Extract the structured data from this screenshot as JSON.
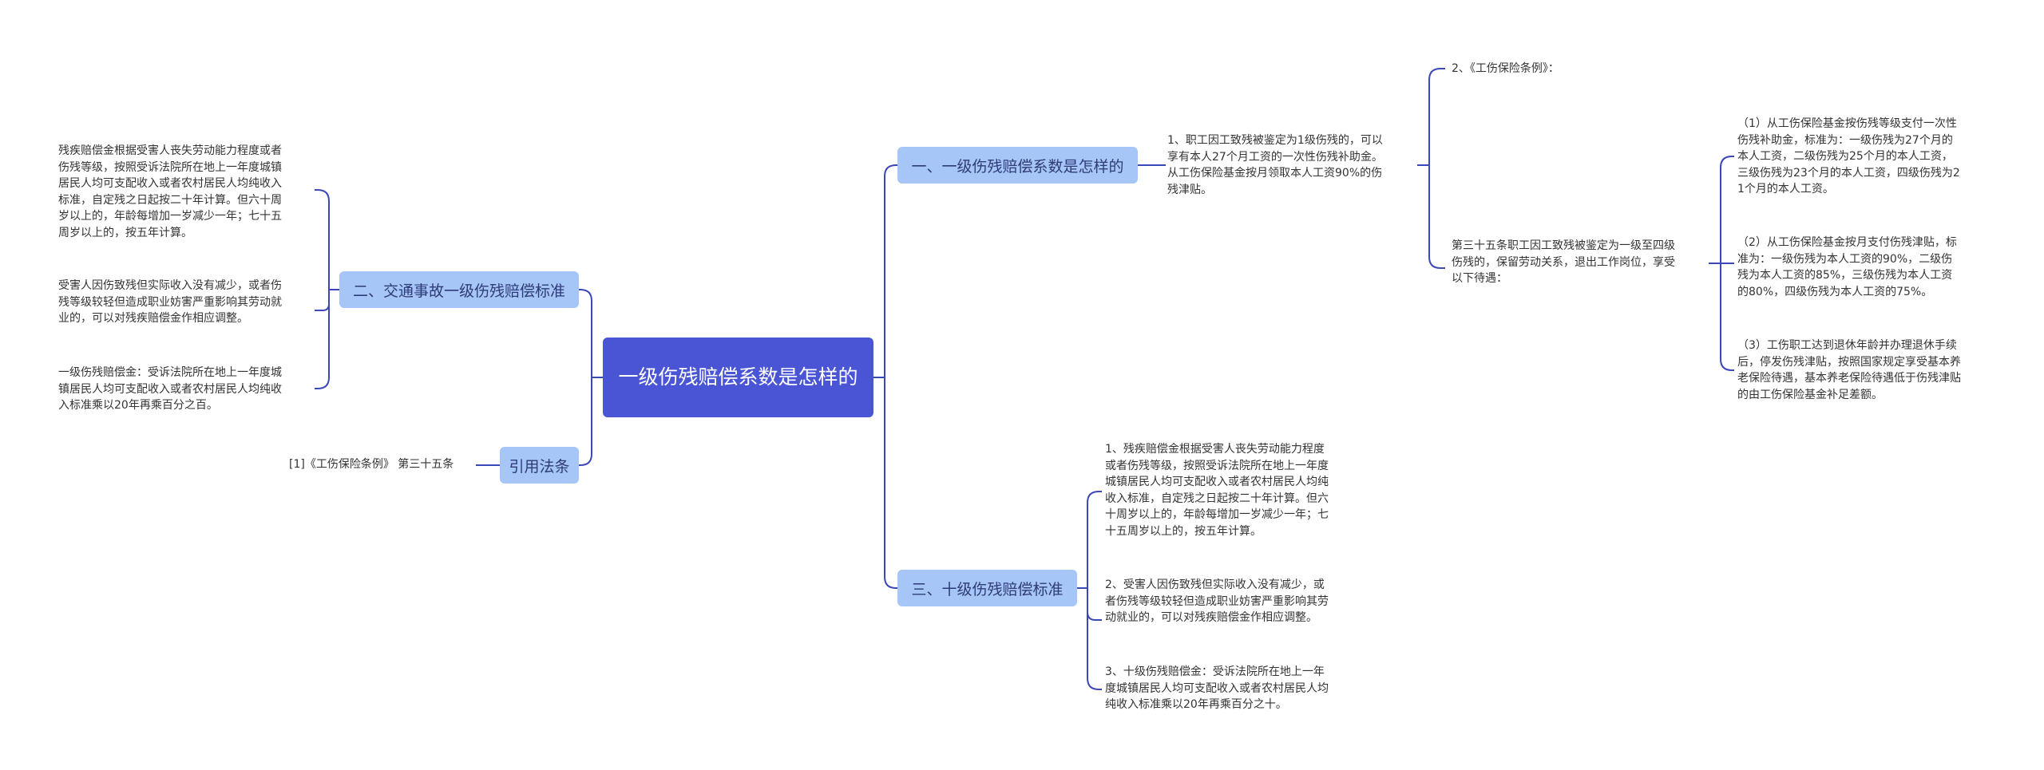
{
  "root": {
    "title": "一级伤残赔偿系数是怎样的"
  },
  "branches": {
    "b1": {
      "label": "一、一级伤残赔偿系数是怎样的"
    },
    "b2": {
      "label": "二、交通事故一级伤残赔偿标准"
    },
    "b3": {
      "label": "三、十级伤残赔偿标准"
    },
    "b4": {
      "label": "引用法条"
    }
  },
  "leaves": {
    "b1_text": "1、职工因工致残被鉴定为1级伤残的，可以\n享有本人27个月工资的一次性伤残补助金。\n从工伤保险基金按月领取本人工资90%的伤\n残津贴。",
    "reg_title": "2、《工伤保险条例》：",
    "art35": "第三十五条职工因工致残被鉴定为一级至四级\n伤残的，保留劳动关系，退出工作岗位，享受\n以下待遇：",
    "art35_1": "（1）从工伤保险基金按伤残等级支付一次性\n伤残补助金，标准为：一级伤残为27个月的\n本人工资，二级伤残为25个月的本人工资，\n三级伤残为23个月的本人工资，四级伤残为2\n1个月的本人工资。",
    "art35_2": "（2）从工伤保险基金按月支付伤残津贴，标\n准为：一级伤残为本人工资的90%，二级伤\n残为本人工资的85%，三级伤残为本人工资\n的80%，四级伤残为本人工资的75%。",
    "art35_3": "（3）工伤职工达到退休年龄并办理退休手续\n后，停发伤残津贴，按照国家规定享受基本养\n老保险待遇，基本养老保险待遇低于伤残津贴\n的由工伤保险基金补足差额。",
    "b2_1": "残疾赔偿金根据受害人丧失劳动能力程度或者\n伤残等级，按照受诉法院所在地上一年度城镇\n居民人均可支配收入或者农村居民人均纯收入\n标准，自定残之日起按二十年计算。但六十周\n岁以上的，年龄每增加一岁减少一年；七十五\n周岁以上的，按五年计算。",
    "b2_2": "受害人因伤致残但实际收入没有减少，或者伤\n残等级较轻但造成职业妨害严重影响其劳动就\n业的，可以对残疾赔偿金作相应调整。",
    "b2_3": "一级伤残赔偿金：受诉法院所在地上一年度城\n镇居民人均可支配收入或者农村居民人均纯收\n入标准乘以20年再乘百分之百。",
    "b3_1": "1、残疾赔偿金根据受害人丧失劳动能力程度\n或者伤残等级，按照受诉法院所在地上一年度\n城镇居民人均可支配收入或者农村居民人均纯\n收入标准，自定残之日起按二十年计算。但六\n十周岁以上的，年龄每增加一岁减少一年；七\n十五周岁以上的，按五年计算。",
    "b3_2": "2、受害人因伤致残但实际收入没有减少，或\n者伤残等级较轻但造成职业妨害严重影响其劳\n动就业的，可以对残疾赔偿金作相应调整。",
    "b3_3": "3、十级伤残赔偿金：受诉法院所在地上一年\n度城镇居民人均可支配收入或者农村居民人均\n纯收入标准乘以20年再乘百分之十。",
    "b4_1": "[1]《工伤保险条例》 第三十五条"
  },
  "colors": {
    "root": "#4a55d6",
    "branch": "#a6c6f7",
    "connector": "#3c47b8"
  }
}
